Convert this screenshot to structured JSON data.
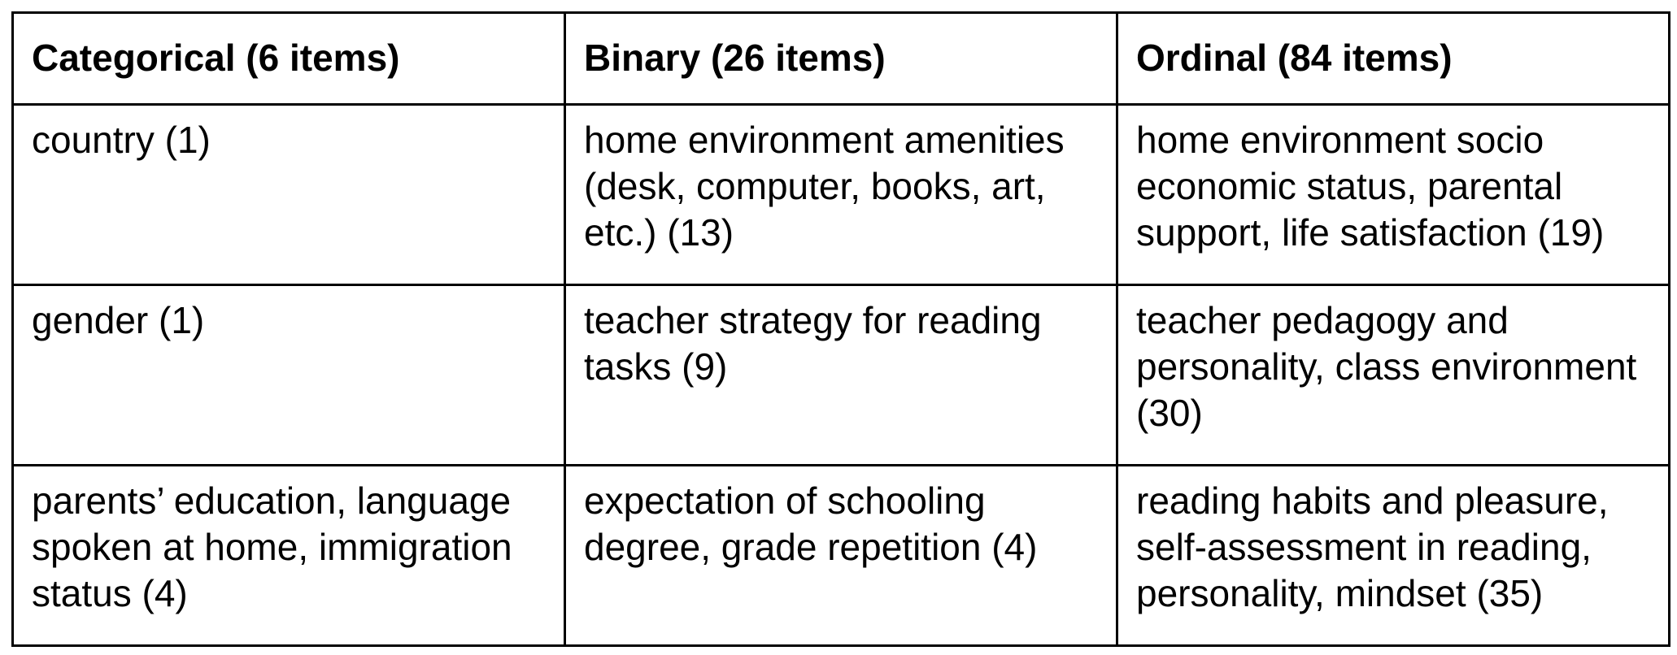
{
  "table": {
    "headers": [
      "Categorical (6 items)",
      "Binary (26 items)",
      "Ordinal (84 items)"
    ],
    "rows": [
      [
        "country (1)",
        "home environment amenities (desk, computer, books, art, etc.) (13)",
        "home environment socio economic status, parental support, life satisfaction (19)"
      ],
      [
        "gender (1)",
        "teacher strategy for reading tasks (9)",
        "teacher pedagogy and personality, class environment (30)"
      ],
      [
        "parents’ education, language spoken at home, immigration status (4)",
        "expectation of schooling degree, grade repetition (4)",
        "reading habits and pleasure, self-assessment in reading, personality, mindset (35)"
      ]
    ]
  }
}
